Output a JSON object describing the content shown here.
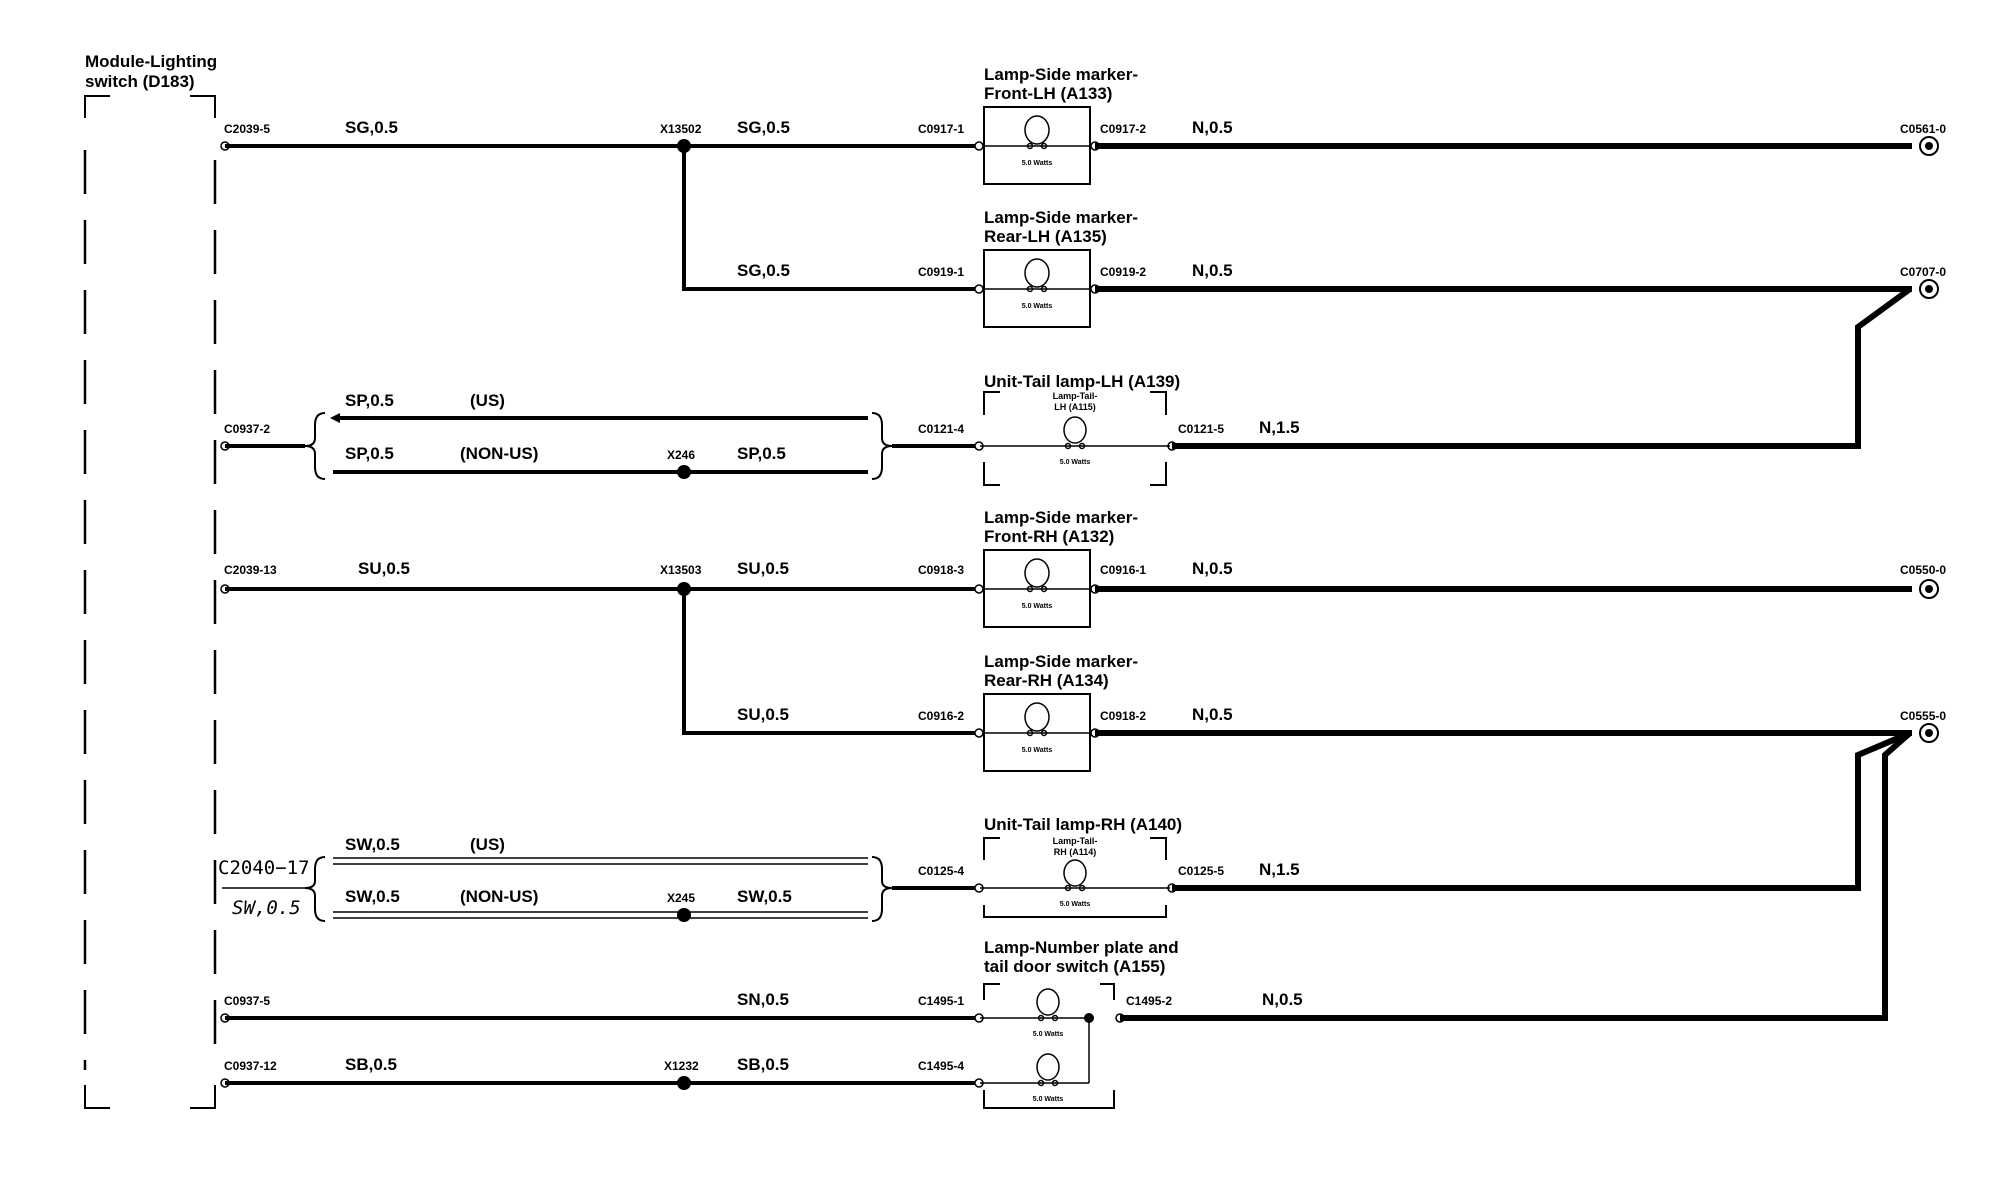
{
  "module": {
    "title_line1": "Module-Lighting",
    "title_line2": "switch (D183)"
  },
  "components": {
    "a133": {
      "line1": "Lamp-Side marker-",
      "line2": "Front-LH (A133)",
      "watts": "5.0 Watts"
    },
    "a135": {
      "line1": "Lamp-Side marker-",
      "line2": "Rear-LH (A135)",
      "watts": "5.0 Watts"
    },
    "a139": {
      "line1": "Unit-Tail lamp-LH (A139)",
      "inner1": "Lamp-Tail-",
      "inner2": "LH (A115)",
      "watts": "5.0 Watts"
    },
    "a132": {
      "line1": "Lamp-Side marker-",
      "line2": "Front-RH (A132)",
      "watts": "5.0 Watts"
    },
    "a134": {
      "line1": "Lamp-Side marker-",
      "line2": "Rear-RH (A134)",
      "watts": "5.0 Watts"
    },
    "a140": {
      "line1": "Unit-Tail lamp-RH (A140)",
      "inner1": "Lamp-Tail-",
      "inner2": "RH (A114)",
      "watts": "5.0 Watts"
    },
    "a155": {
      "line1": "Lamp-Number plate and",
      "line2": "tail door switch (A155)",
      "watts_a": "5.0 Watts",
      "watts_b": "5.0 Watts"
    }
  },
  "connectors": {
    "c2039_5": "C2039-5",
    "c0917_1": "C0917-1",
    "c0917_2": "C0917-2",
    "c0561_0": "C0561-0",
    "c0919_1": "C0919-1",
    "c0919_2": "C0919-2",
    "c0707_0": "C0707-0",
    "c0937_2": "C0937-2",
    "c0121_4": "C0121-4",
    "c0121_5": "C0121-5",
    "c2039_13": "C2039-13",
    "c0918_3": "C0918-3",
    "c0916_1": "C0916-1",
    "c0550_0": "C0550-0",
    "c0916_2": "C0916-2",
    "c0918_2": "C0918-2",
    "c0555_0": "C0555-0",
    "c2040_17": "C2040−17",
    "c0125_4": "C0125-4",
    "c0125_5": "C0125-5",
    "c0937_5": "C0937-5",
    "c1495_1": "C1495-1",
    "c1495_2": "C1495-2",
    "c0937_12": "C0937-12",
    "c1495_4": "C1495-4"
  },
  "splices": {
    "x13502": "X13502",
    "x246": "X246",
    "x13503": "X13503",
    "x245": "X245",
    "x1232": "X1232"
  },
  "wires": {
    "sg_1": "SG,0.5",
    "sg_2": "SG,0.5",
    "sg_3": "SG,0.5",
    "n_a133": "N,0.5",
    "n_a135": "N,0.5",
    "sp_us": "SP,0.5",
    "sp_nonus": "SP,0.5",
    "sp_out": "SP,0.5",
    "n_a139": "N,1.5",
    "su_1": "SU,0.5",
    "su_2": "SU,0.5",
    "su_3": "SU,0.5",
    "n_a132": "N,0.5",
    "n_a134": "N,0.5",
    "sw_us": "SW,0.5",
    "sw_nonus": "SW,0.5",
    "sw_out": "SW,0.5",
    "sw_stub": "SW,0.5",
    "n_a140": "N,1.5",
    "sn": "SN,0.5",
    "n_a155": "N,0.5",
    "sb_1": "SB,0.5",
    "sb_2": "SB,0.5"
  },
  "notes": {
    "us_1": "(US)",
    "nonus_1": "(NON-US)",
    "us_2": "(US)",
    "nonus_2": "(NON-US)"
  }
}
